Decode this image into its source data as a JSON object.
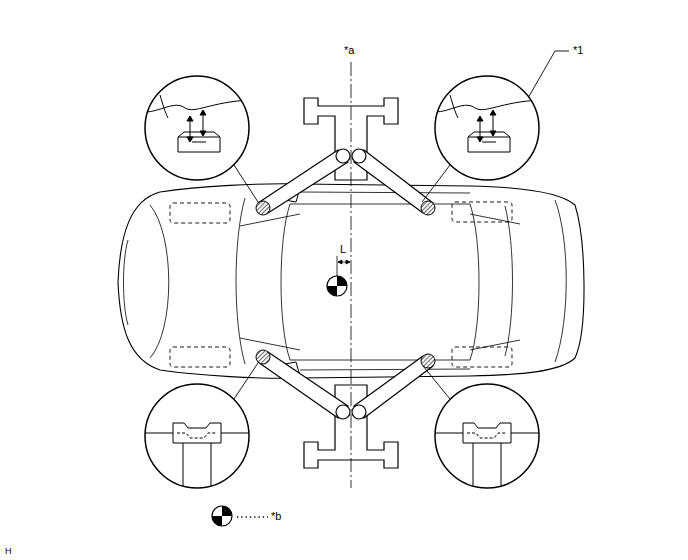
{
  "diagram": {
    "labels": [
      "*a",
      "*1",
      "L",
      "*b",
      "H"
    ]
  }
}
